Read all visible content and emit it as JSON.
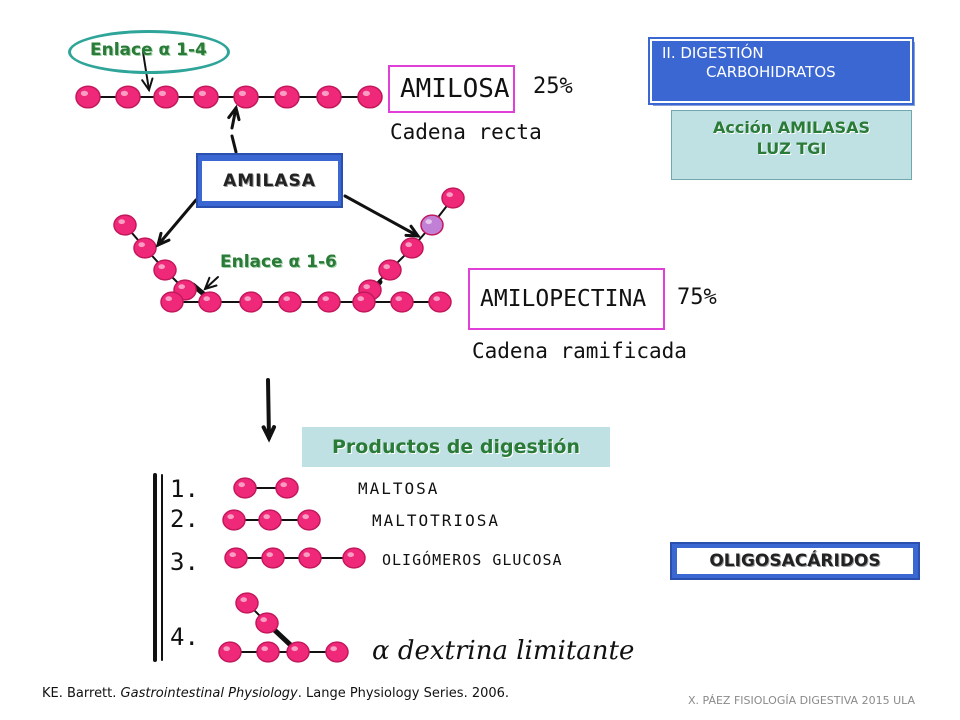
{
  "labels": {
    "enlace_14": "Enlace α 1-4",
    "enlace_16": "Enlace α 1-6",
    "amilasa": "AMILASA",
    "amilosa": "AMILOSA",
    "amilosa_pct": "25%",
    "cadena_recta": "Cadena recta",
    "amilopectina": "AMILOPECTINA",
    "amilopectina_pct": "75%",
    "cadena_ramificada": "Cadena ramificada"
  },
  "section": {
    "line1": "II.  DIGESTIÓN",
    "line2": "CARBOHIDRATOS"
  },
  "accion": {
    "line1": "Acción AMILASAS",
    "line2": "LUZ TGI"
  },
  "productos_title": "Productos de digestión",
  "products": [
    {
      "num": "1.",
      "name": "MALTOSA"
    },
    {
      "num": "2.",
      "name": "MALTOTRIOSA"
    },
    {
      "num": "3.",
      "name": "OLIGÓMEROS GLUCOSA"
    },
    {
      "num": "4.",
      "name": "α dextrina limitante"
    }
  ],
  "oligosacaridos": "OLIGOSACÁRIDOS",
  "footer": {
    "citation_prefix": "KE. Barrett. ",
    "citation_title": "Gastrointestinal Physiology",
    "citation_suffix": ". Lange Physiology Series. 2006.",
    "credit": "X. PÁEZ   FISIOLOGÍA DIGESTIVA 2015 ULA"
  },
  "colors": {
    "glucose_fill": "#f0287a",
    "glucose_stroke": "#c2185b",
    "glucose_lavender": "#c27fd6",
    "accent_blue": "#3b67d2",
    "accent_green": "#2a7a38",
    "teal_bg": "#bfe1e3",
    "magenta_border": "#e040d8",
    "oval_teal": "#2fa59a"
  }
}
